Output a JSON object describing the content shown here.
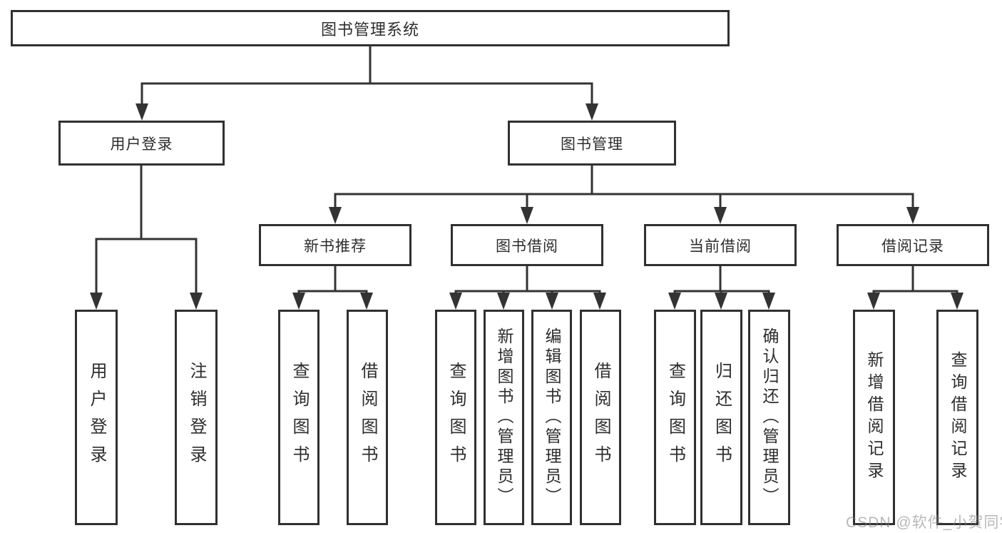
{
  "diagram_title": "图书管理系统",
  "nodes": [
    {
      "id": "system",
      "label": "图书管理系统",
      "level": 1,
      "parent": null
    },
    {
      "id": "user-login",
      "label": "用户登录",
      "level": 2,
      "parent": "system"
    },
    {
      "id": "book-management",
      "label": "图书管理",
      "level": 2,
      "parent": "system"
    },
    {
      "id": "new-book-recommend",
      "label": "新书推荐",
      "level": 3,
      "parent": "book-management"
    },
    {
      "id": "book-borrow",
      "label": "图书借阅",
      "level": 3,
      "parent": "book-management"
    },
    {
      "id": "current-borrow",
      "label": "当前借阅",
      "level": 3,
      "parent": "book-management"
    },
    {
      "id": "borrow-records",
      "label": "借阅记录",
      "level": 3,
      "parent": "book-management"
    },
    {
      "id": "user-login-leaf",
      "label": "用户登录",
      "level": 4,
      "parent": "user-login"
    },
    {
      "id": "logout",
      "label": "注销登录",
      "level": 4,
      "parent": "user-login"
    },
    {
      "id": "nb-query-books",
      "label": "查询图书",
      "level": 4,
      "parent": "new-book-recommend"
    },
    {
      "id": "nb-borrow-books",
      "label": "借阅图书",
      "level": 4,
      "parent": "new-book-recommend"
    },
    {
      "id": "bb-query-books",
      "label": "查询图书",
      "level": 4,
      "parent": "book-borrow"
    },
    {
      "id": "bb-add-books-admin",
      "label": "新增图书（管理员）",
      "level": 4,
      "parent": "book-borrow"
    },
    {
      "id": "bb-edit-books-admin",
      "label": "编辑图书（管理员）",
      "level": 4,
      "parent": "book-borrow"
    },
    {
      "id": "bb-borrow-books",
      "label": "借阅图书",
      "level": 4,
      "parent": "book-borrow"
    },
    {
      "id": "cb-query-books",
      "label": "查询图书",
      "level": 4,
      "parent": "current-borrow"
    },
    {
      "id": "cb-return-books",
      "label": "归还图书",
      "level": 4,
      "parent": "current-borrow"
    },
    {
      "id": "cb-confirm-return-admin",
      "label": "确认归还（管理员）",
      "level": 4,
      "parent": "current-borrow"
    },
    {
      "id": "br-add-record",
      "label": "新增借阅记录",
      "level": 4,
      "parent": "borrow-records"
    },
    {
      "id": "br-query-record",
      "label": "查询借阅记录",
      "level": 4,
      "parent": "borrow-records"
    }
  ],
  "watermark": {
    "text": "CSDN @软件_小贺同学"
  },
  "colors": {
    "line": "#333333",
    "box_border": "#303030",
    "box_fill": "#ffffff",
    "text": "#2d2d2d",
    "watermark_gray": "#b5b5b5",
    "background": "#ffffff"
  }
}
